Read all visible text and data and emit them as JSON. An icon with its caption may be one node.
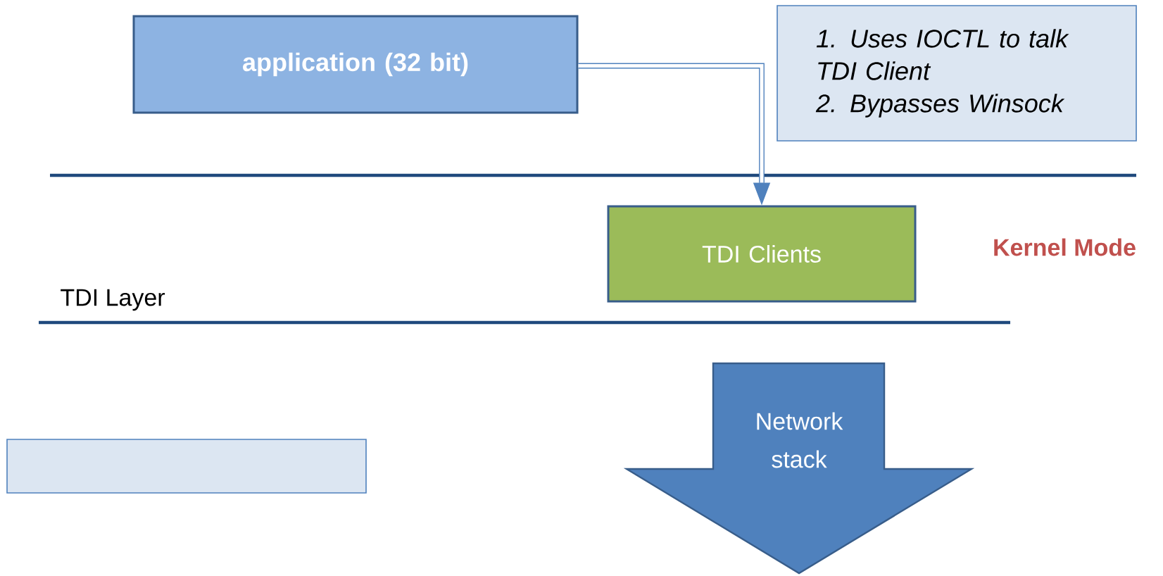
{
  "diagram": {
    "nodes": [
      {
        "text": [
          "application (32 bit)"
        ]
      },
      {
        "text": [
          "1. Uses IOCTL to talk TDI Client",
          "2. Bypasses Winsock"
        ]
      },
      {
        "text": [
          "TDI Clients"
        ]
      },
      {
        "text": [
          "Network stack"
        ]
      },
      {
        "text": [],
        "shape": "box"
      }
    ],
    "edges": [
      {
        "from": 0,
        "to": 2,
        "arrow": "to"
      }
    ],
    "labels": [
      "Kernel Mode",
      "TDI Layer"
    ]
  }
}
